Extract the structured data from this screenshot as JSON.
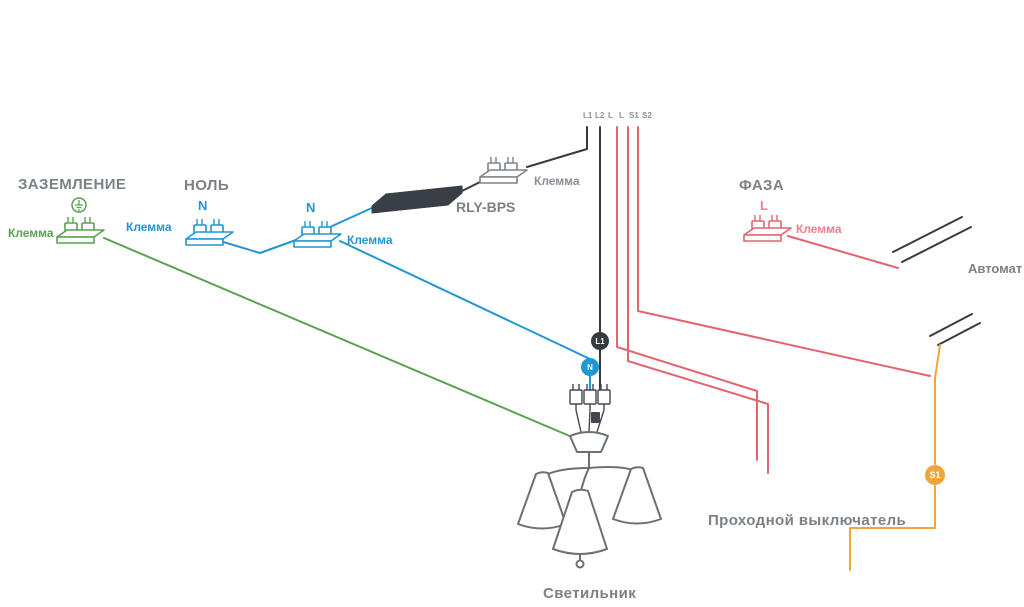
{
  "diagram": {
    "titles": {
      "ground": "ЗАЗЕМЛЕНИЕ",
      "neutral": "НОЛЬ",
      "phase": "ФАЗА"
    },
    "terminals": {
      "ground": {
        "label": "Клемма"
      },
      "neutral1": {
        "label": "Клемма",
        "marker": "N"
      },
      "neutral2": {
        "label": "Клемма",
        "marker": "N"
      },
      "rly": {
        "label": "Клемма"
      },
      "phase": {
        "label": "Клемма",
        "marker": "L"
      }
    },
    "devices": {
      "rly_bps": "RLY-BPS",
      "breaker": "Автомат",
      "switch": "Проходной выключатель",
      "lamp": "Светильник"
    },
    "nodes": {
      "l1": "L1",
      "n": "N",
      "s1": "S1"
    },
    "top_terminals": [
      "L1",
      "L2",
      "L",
      "L",
      "S1",
      "S2"
    ],
    "colors": {
      "ground_wire": "#58a24f",
      "neutral_wire": "#2196d3",
      "phase_wire": "#e2646f",
      "phase_text": "#ef7f8c",
      "switch_wire": "#f2a33c",
      "dark_wire": "#363b42",
      "label_grey": "#7b8187"
    }
  }
}
